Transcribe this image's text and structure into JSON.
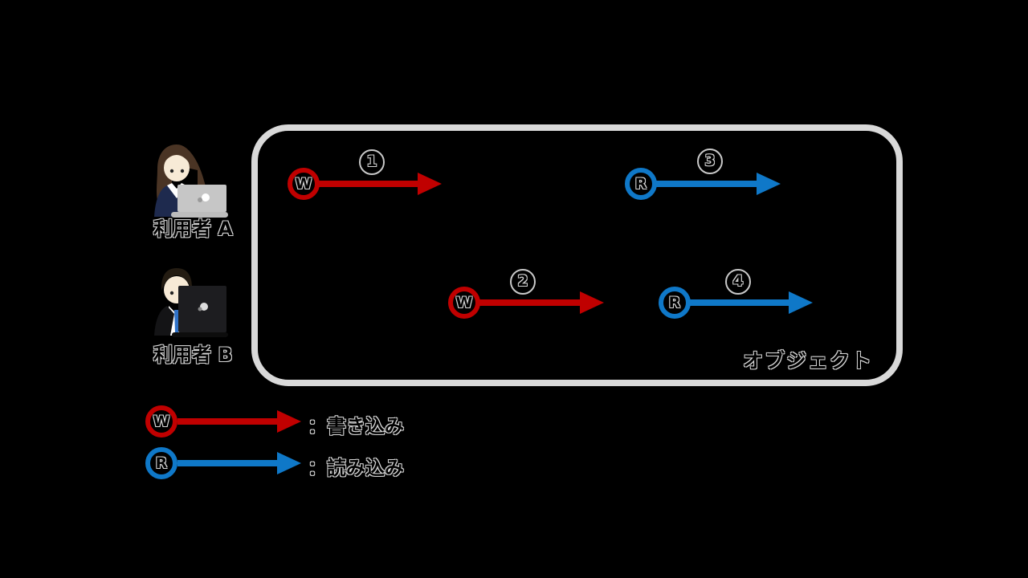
{
  "diagram": {
    "object_box": {
      "label": "オブジェクト"
    },
    "users": [
      {
        "id": "A",
        "label": "利用者 A",
        "illustration": "woman-with-laptop"
      },
      {
        "id": "B",
        "label": "利用者 B",
        "illustration": "man-with-laptop"
      }
    ],
    "operations": [
      {
        "circled_number": "①",
        "digit": "1",
        "marker": "W",
        "kind": "write"
      },
      {
        "circled_number": "②",
        "digit": "2",
        "marker": "W",
        "kind": "write"
      },
      {
        "circled_number": "③",
        "digit": "3",
        "marker": "R",
        "kind": "read"
      },
      {
        "circled_number": "④",
        "digit": "4",
        "marker": "R",
        "kind": "read"
      }
    ],
    "legend": [
      {
        "marker": "W",
        "kind": "write",
        "label": "：書き込み"
      },
      {
        "marker": "R",
        "kind": "read",
        "label": "：読み込み"
      }
    ],
    "colors": {
      "write_red": "#c00000",
      "read_blue": "#0f78c8",
      "box_border_gray": "#d9d9d9",
      "background": "#000000",
      "text_fill": "#000000",
      "text_outline": "#d6d6d6"
    }
  }
}
